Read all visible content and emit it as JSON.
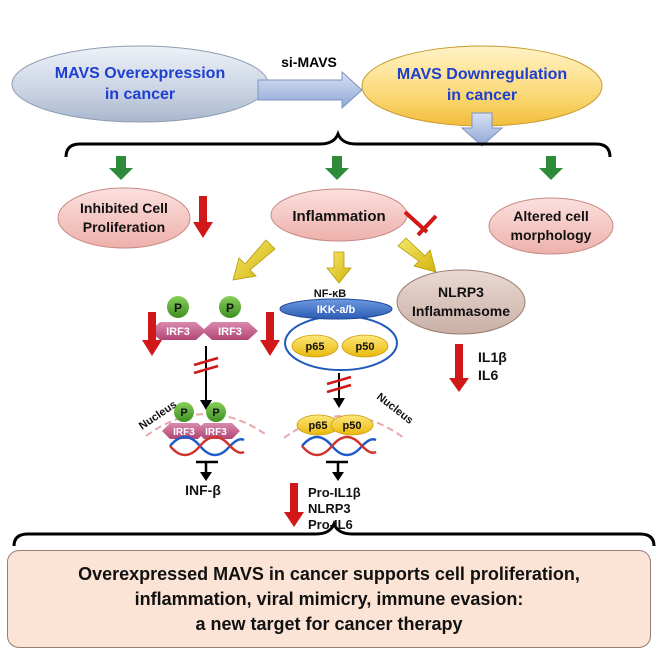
{
  "top": {
    "overexpression": [
      "MAVS Overexpression",
      "in cancer"
    ],
    "downregulation": [
      "MAVS Downregulation",
      "in cancer"
    ],
    "arrow_label": "si-MAVS"
  },
  "effects": {
    "proliferation": [
      "Inhibited Cell",
      "Proliferation"
    ],
    "inflammation": "Inflammation",
    "morphology": [
      "Altered cell",
      "morphology"
    ]
  },
  "pathway": {
    "phospho": "P",
    "irf3": "IRF3",
    "nfkb": "NF-κB",
    "ikk": "IKK-a/b",
    "p65": "p65",
    "p50": "p50",
    "nlrp3": [
      "NLRP3",
      "Inflammasome"
    ],
    "nucleus": "Nucleus",
    "infb": "INF-β",
    "il_outputs": [
      "IL1β",
      "IL6"
    ],
    "pro_outputs": [
      "Pro-IL1β",
      "NLRP3",
      "Pro-IL6"
    ]
  },
  "conclusion": [
    "Overexpressed MAVS  in cancer supports cell proliferation,",
    "inflammation, viral mimicry, immune evasion:",
    "a new target for cancer therapy"
  ],
  "colors": {
    "blue_text": "#1f3fd1",
    "pink_node": "#f4c1bd",
    "green_arrow": "#2e8b3a",
    "yellow_arrow": "#e6cf1b",
    "red_arrow": "#d01818",
    "irf3": "#c65d8a",
    "p_circle": "#55a535",
    "ikk": "#3a6fc8",
    "subunit": "#f2c81c"
  }
}
